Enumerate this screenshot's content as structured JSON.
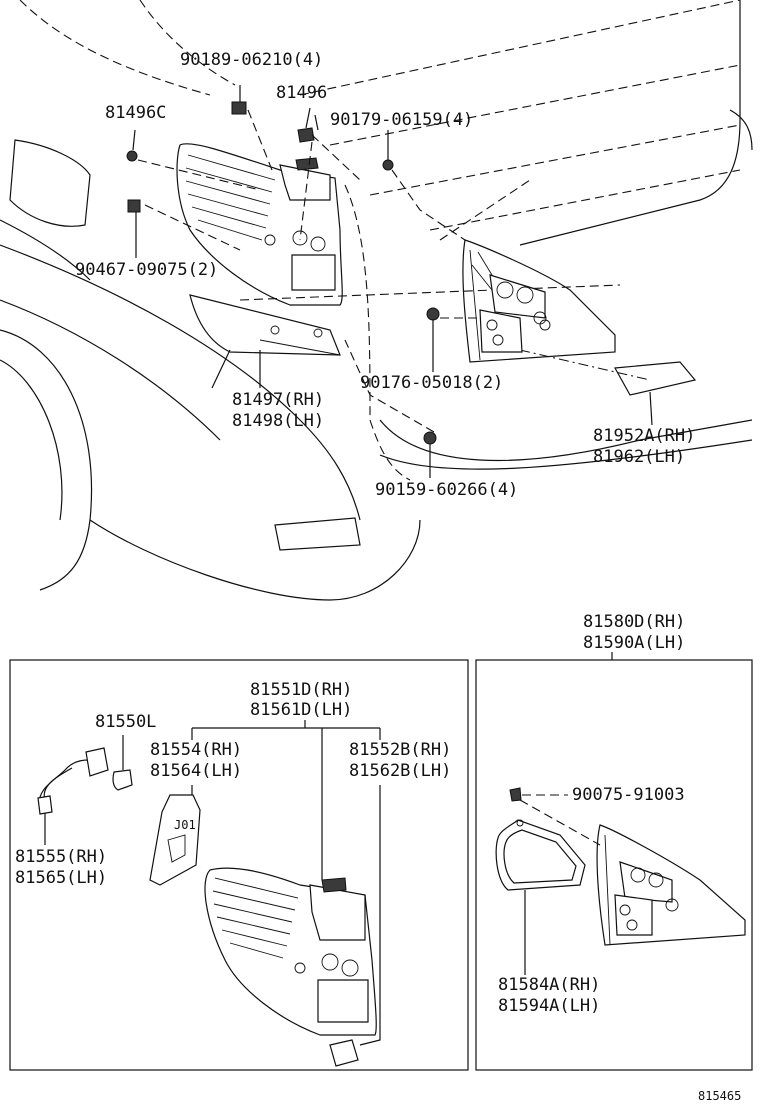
{
  "diagram_id": "815465",
  "parts": {
    "p_9018906210": "90189-06210(4)",
    "p_81496": "81496",
    "p_81496c": "81496C",
    "p_9017906159": "90179-06159(4)",
    "p_9046709075": "90467-09075(2)",
    "p_81497": "81497(RH)",
    "p_81498": "81498(LH)",
    "p_9017605018": "90176-05018(2)",
    "p_81952a": "81952A(RH)",
    "p_81962": "81962(LH)",
    "p_9015960266": "90159-60266(4)",
    "p_81580d": "81580D(RH)",
    "p_81590a": "81590A(LH)",
    "p_81551d": "81551D(RH)",
    "p_81561d": "81561D(LH)",
    "p_81550l": "81550L",
    "p_81554": "81554(RH)",
    "p_81564": "81564(LH)",
    "p_81552b": "81552B(RH)",
    "p_81562b": "81562B(LH)",
    "p_81555": "81555(RH)",
    "p_81565": "81565(LH)",
    "p_9007591003": "90075-91003",
    "p_81584a": "81584A(RH)",
    "p_81594a": "81594A(LH)"
  }
}
